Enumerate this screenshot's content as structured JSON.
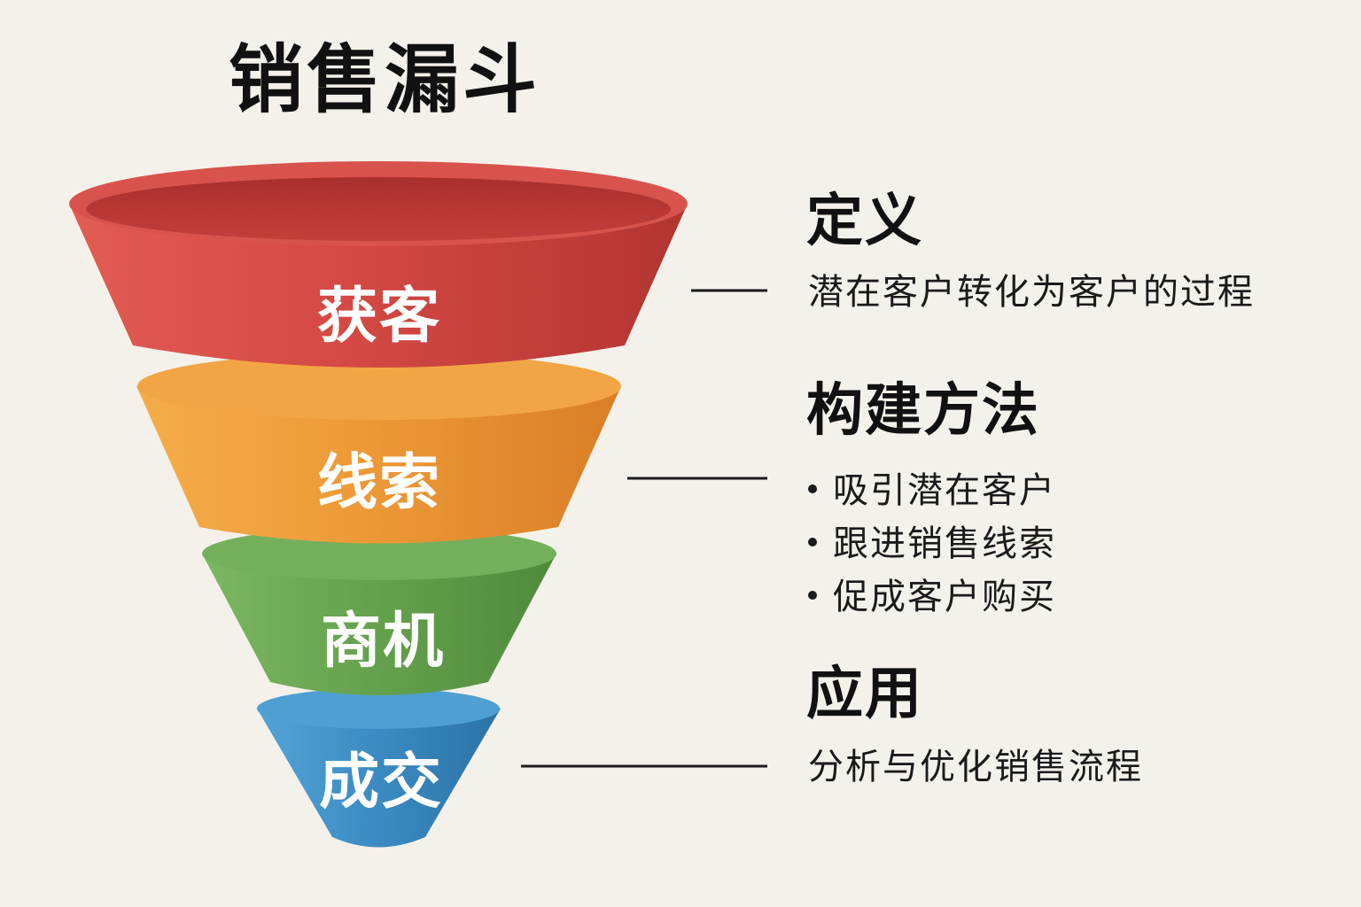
{
  "title": "销售漏斗",
  "stages": [
    {
      "label": "获客",
      "color": "#d24a44"
    },
    {
      "label": "线索",
      "color": "#ee9a3a"
    },
    {
      "label": "商机",
      "color": "#66a54e"
    },
    {
      "label": "成交",
      "color": "#3d8ec4"
    }
  ],
  "definition": {
    "heading": "定义",
    "text": "潜在客户转化为客户的过程"
  },
  "method": {
    "heading": "构建方法",
    "items": [
      "吸引潜在客户",
      "跟进销售线索",
      "促成客户购买"
    ]
  },
  "application": {
    "heading": "应用",
    "text": "分析与优化销售流程"
  }
}
